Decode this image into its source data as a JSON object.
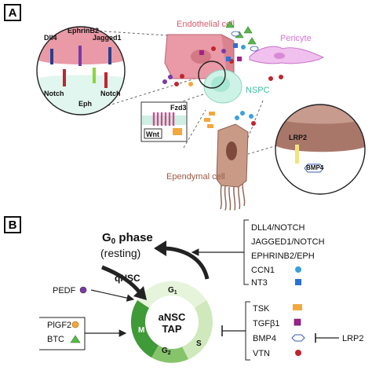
{
  "panelA": {
    "label": "A",
    "endothelial": "Endothelial cell",
    "pericyte": "Pericyte",
    "nspc": "NSPC",
    "ependymal": "Ependymal cell",
    "dll4": "Dll4",
    "ephrinb2": "EphrinB2",
    "jagged1": "Jagged1",
    "notch_left": "Notch",
    "eph": "Eph",
    "notch_right": "Notch",
    "fzd3": "Fzd3",
    "wnt": "Wnt",
    "lrp2": "LRP2",
    "bmp4": "BMP4"
  },
  "panelB": {
    "label": "B",
    "g0_main": "G",
    "g0_sub": "0",
    "g0_rest": " phase",
    "resting": "(resting)",
    "qnsc": "qNSC",
    "ansc": "aNSC",
    "tap": "TAP",
    "g1_main": "G",
    "g1_sub": "1",
    "g2_main": "G",
    "g2_sub": "2",
    "phase_m": "M",
    "phase_s": "S",
    "pedf": "PEDF",
    "plgf2": "PlGF2",
    "btc": "BTC",
    "top_list": [
      "DLL4/NOTCH",
      "JAGGED1/NOTCH",
      "EPHRINB2/EPH",
      "CCN1",
      "NT3"
    ],
    "bottom_list": [
      "TSK",
      "TGFβ1",
      "BMP4",
      "VTN"
    ],
    "lrp2": "LRP2"
  },
  "colors": {
    "endothelial": "#e99aa6",
    "pericyte": "#e7a6e6",
    "nspc": "#c4efe2",
    "ependymal": "#c99a86",
    "green_dark": "#3f9a38",
    "green_mid": "#86c46b",
    "green_light": "#d8efc9",
    "dot_blue": "#3a9fe0",
    "sq_blue": "#2c6fd8",
    "sq_orange": "#f2a83c",
    "sq_purple": "#a0208f",
    "dot_red": "#c1252d",
    "dot_purple": "#7a3aa8",
    "tri_green": "#58b948"
  }
}
